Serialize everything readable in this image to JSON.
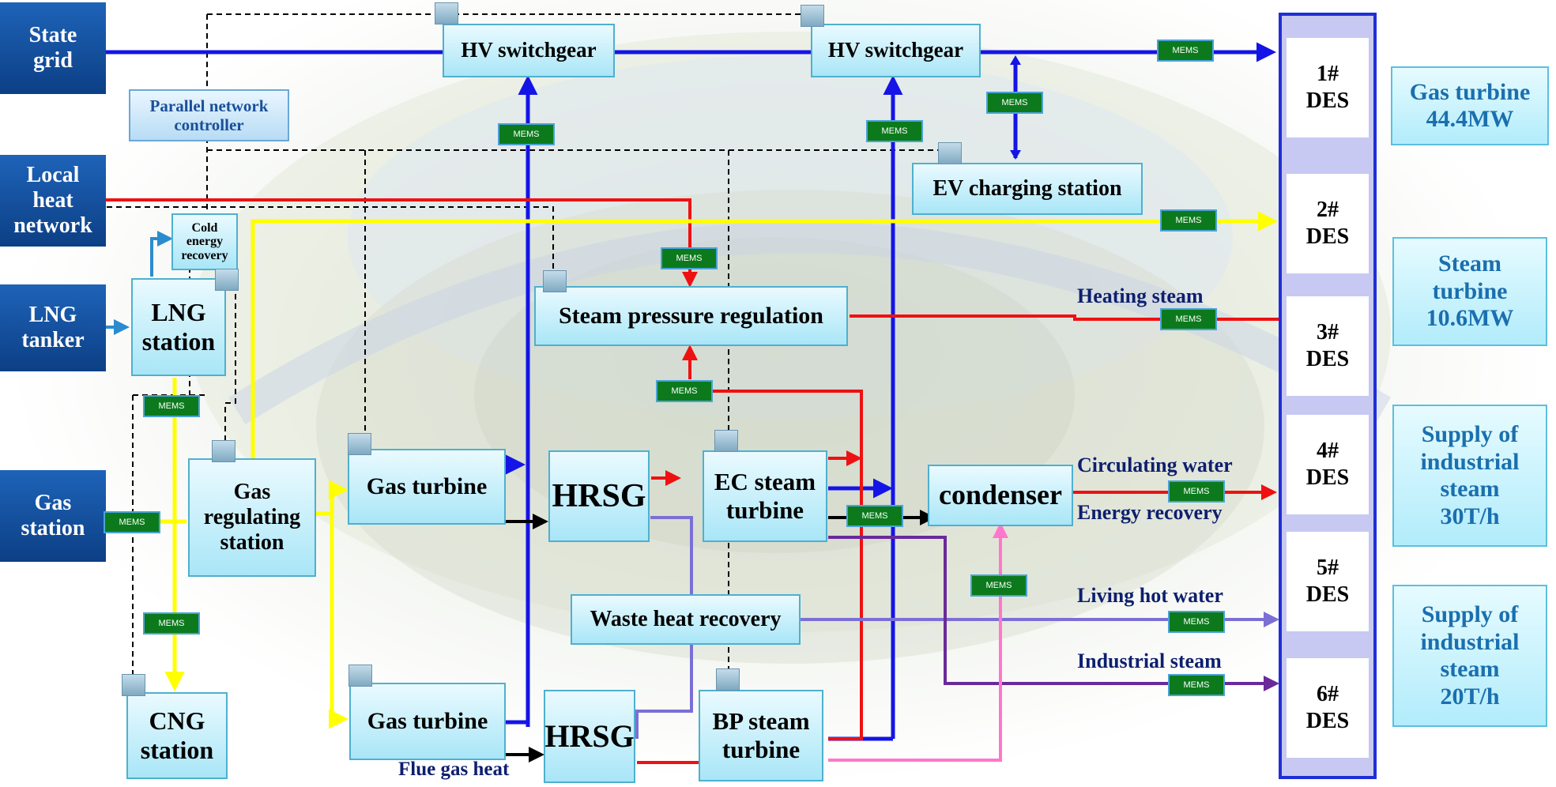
{
  "sources": {
    "state_grid": "State\ngrid",
    "local_heat": "Local\nheat\nnetwork",
    "lng_tanker": "LNG\ntanker",
    "gas_station": "Gas\nstation"
  },
  "components": {
    "hv_switchgear_1": "HV switchgear",
    "hv_switchgear_2": "HV switchgear",
    "parallel_controller": "Parallel network\ncontroller",
    "cold_energy": "Cold\nenergy\nrecovery",
    "lng_station": "LNG\nstation",
    "gas_regulating": "Gas\nregulating\nstation",
    "cng_station": "CNG\nstation",
    "gas_turbine_top": "Gas turbine",
    "gas_turbine_bottom": "Gas turbine",
    "hrsg_top": "HRSG",
    "hrsg_bottom": "HRSG",
    "ec_steam_turbine": "EC steam\nturbine",
    "bp_steam_turbine": "BP steam\nturbine",
    "steam_pressure": "Steam pressure regulation",
    "ev_charging": "EV charging station",
    "condenser": "condenser",
    "waste_heat": "Waste heat recovery"
  },
  "flow_labels": {
    "heating_steam": "Heating steam",
    "circulating_water": "Circulating water",
    "energy_recovery": "Energy recovery",
    "living_hot_water": "Living hot water",
    "industrial_steam": "Industrial steam",
    "flue_gas_heat": "Flue gas heat"
  },
  "mems_label": "MEMS",
  "des_units": [
    "1#\nDES",
    "2#\nDES",
    "3#\nDES",
    "4#\nDES",
    "5#\nDES",
    "6#\nDES"
  ],
  "capacities": {
    "gas_turbine": "Gas turbine\n44.4MW",
    "steam_turbine": "Steam\nturbine\n10.6MW",
    "industrial_30": "Supply of\nindustrial\nsteam\n30T/h",
    "industrial_20": "Supply of\nindustrial\nsteam\n20T/h"
  },
  "colors": {
    "electric": "#1414e6",
    "heat": "#ee1111",
    "gas": "#ffff00",
    "hot_water": "#7b6fd6",
    "industrial": "#6a2a9a",
    "condensate": "#ff77cc",
    "signal": "#000000"
  }
}
